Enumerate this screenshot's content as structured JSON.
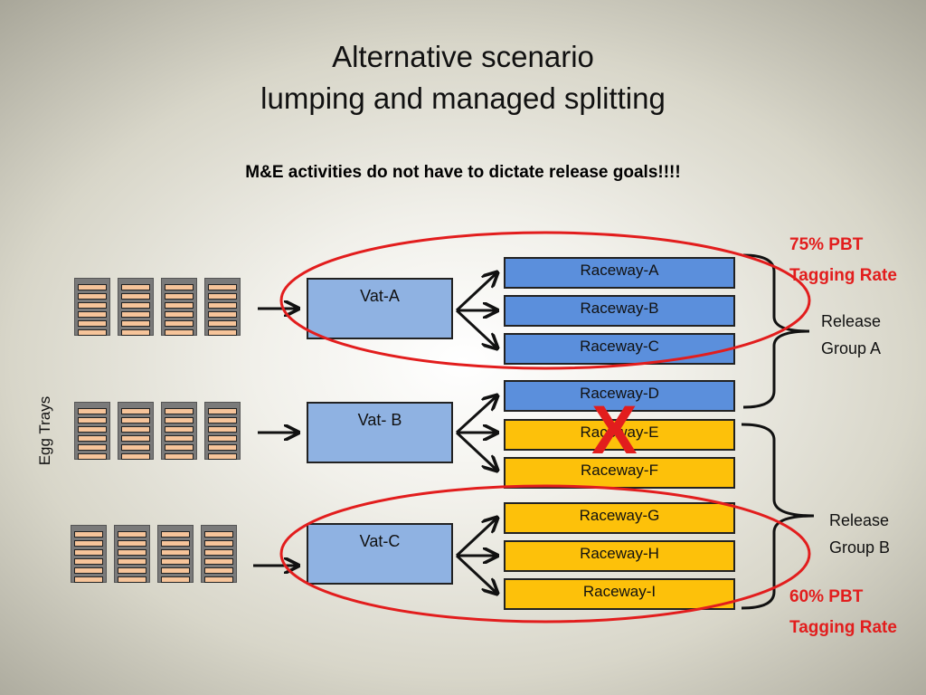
{
  "title": {
    "line1": "Alternative scenario",
    "line2": "lumping and managed splitting"
  },
  "subtitle": "M&E activities do not have to dictate release goals!!!!",
  "egg_trays_label": "Egg Trays",
  "vats": [
    "Vat-A",
    "Vat- B",
    "Vat-C"
  ],
  "raceways": [
    {
      "label": "Raceway-A",
      "color": "#5b8fdc"
    },
    {
      "label": "Raceway-B",
      "color": "#5b8fdc"
    },
    {
      "label": "Raceway-C",
      "color": "#5b8fdc"
    },
    {
      "label": "Raceway-D",
      "color": "#5b8fdc"
    },
    {
      "label": "Raceway-E",
      "color": "#fdc10a"
    },
    {
      "label": "Raceway-F",
      "color": "#fdc10a"
    },
    {
      "label": "Raceway-G",
      "color": "#fdc10a"
    },
    {
      "label": "Raceway-H",
      "color": "#fdc10a"
    },
    {
      "label": "Raceway-I",
      "color": "#fdc10a"
    }
  ],
  "release_groups": [
    {
      "line1": "Release",
      "line2": "Group A"
    },
    {
      "line1": "Release",
      "line2": "Group B"
    }
  ],
  "tagging": [
    {
      "line1": "75%  PBT",
      "line2": "Tagging Rate"
    },
    {
      "line1": "60%  PBT",
      "line2": "Tagging Rate"
    }
  ],
  "x_mark": "X",
  "colors": {
    "highlight_red": "#e21d1d",
    "vat_blue": "#8fb2e2",
    "raceway_blue": "#5b8fdc",
    "raceway_yellow": "#fdc10a",
    "egg_slot": "#f6c49a"
  }
}
